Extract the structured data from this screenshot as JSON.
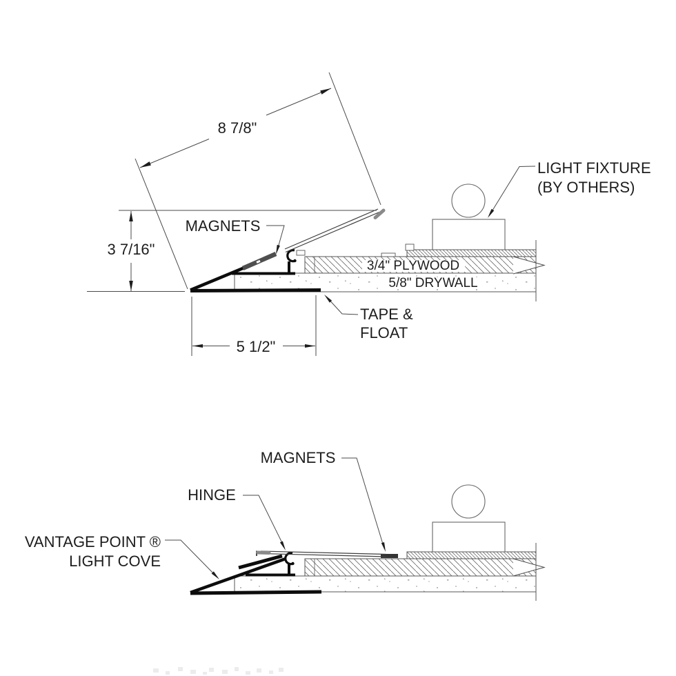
{
  "colors": {
    "background": "#ffffff",
    "line": "#4a4a4a",
    "profile": "#0d0d0d",
    "brand_red": "#e0222a",
    "magnet_gray": "#4f4f4f",
    "hatch_gray": "#6e6e6e",
    "stipple_gray": "#a6a6a6"
  },
  "detail_open": {
    "dim_flap_length": "8 7/8\"",
    "dim_height": "3 7/16\"",
    "dim_base_width": "5 1/2\"",
    "label_magnets": "MAGNETS",
    "label_light_fixture_1": "LIGHT FIXTURE",
    "label_light_fixture_2": "(BY OTHERS)",
    "label_plywood": "3/4\" PLYWOOD",
    "label_drywall": "5/8\" DRYWALL",
    "label_tape_float_1": "TAPE &",
    "label_tape_float_2": "FLOAT"
  },
  "detail_closed": {
    "label_magnets": "MAGNETS",
    "label_hinge": "HINGE",
    "brand_line_1": "VANTAGE POINT ®",
    "brand_line_2": "LIGHT COVE"
  }
}
